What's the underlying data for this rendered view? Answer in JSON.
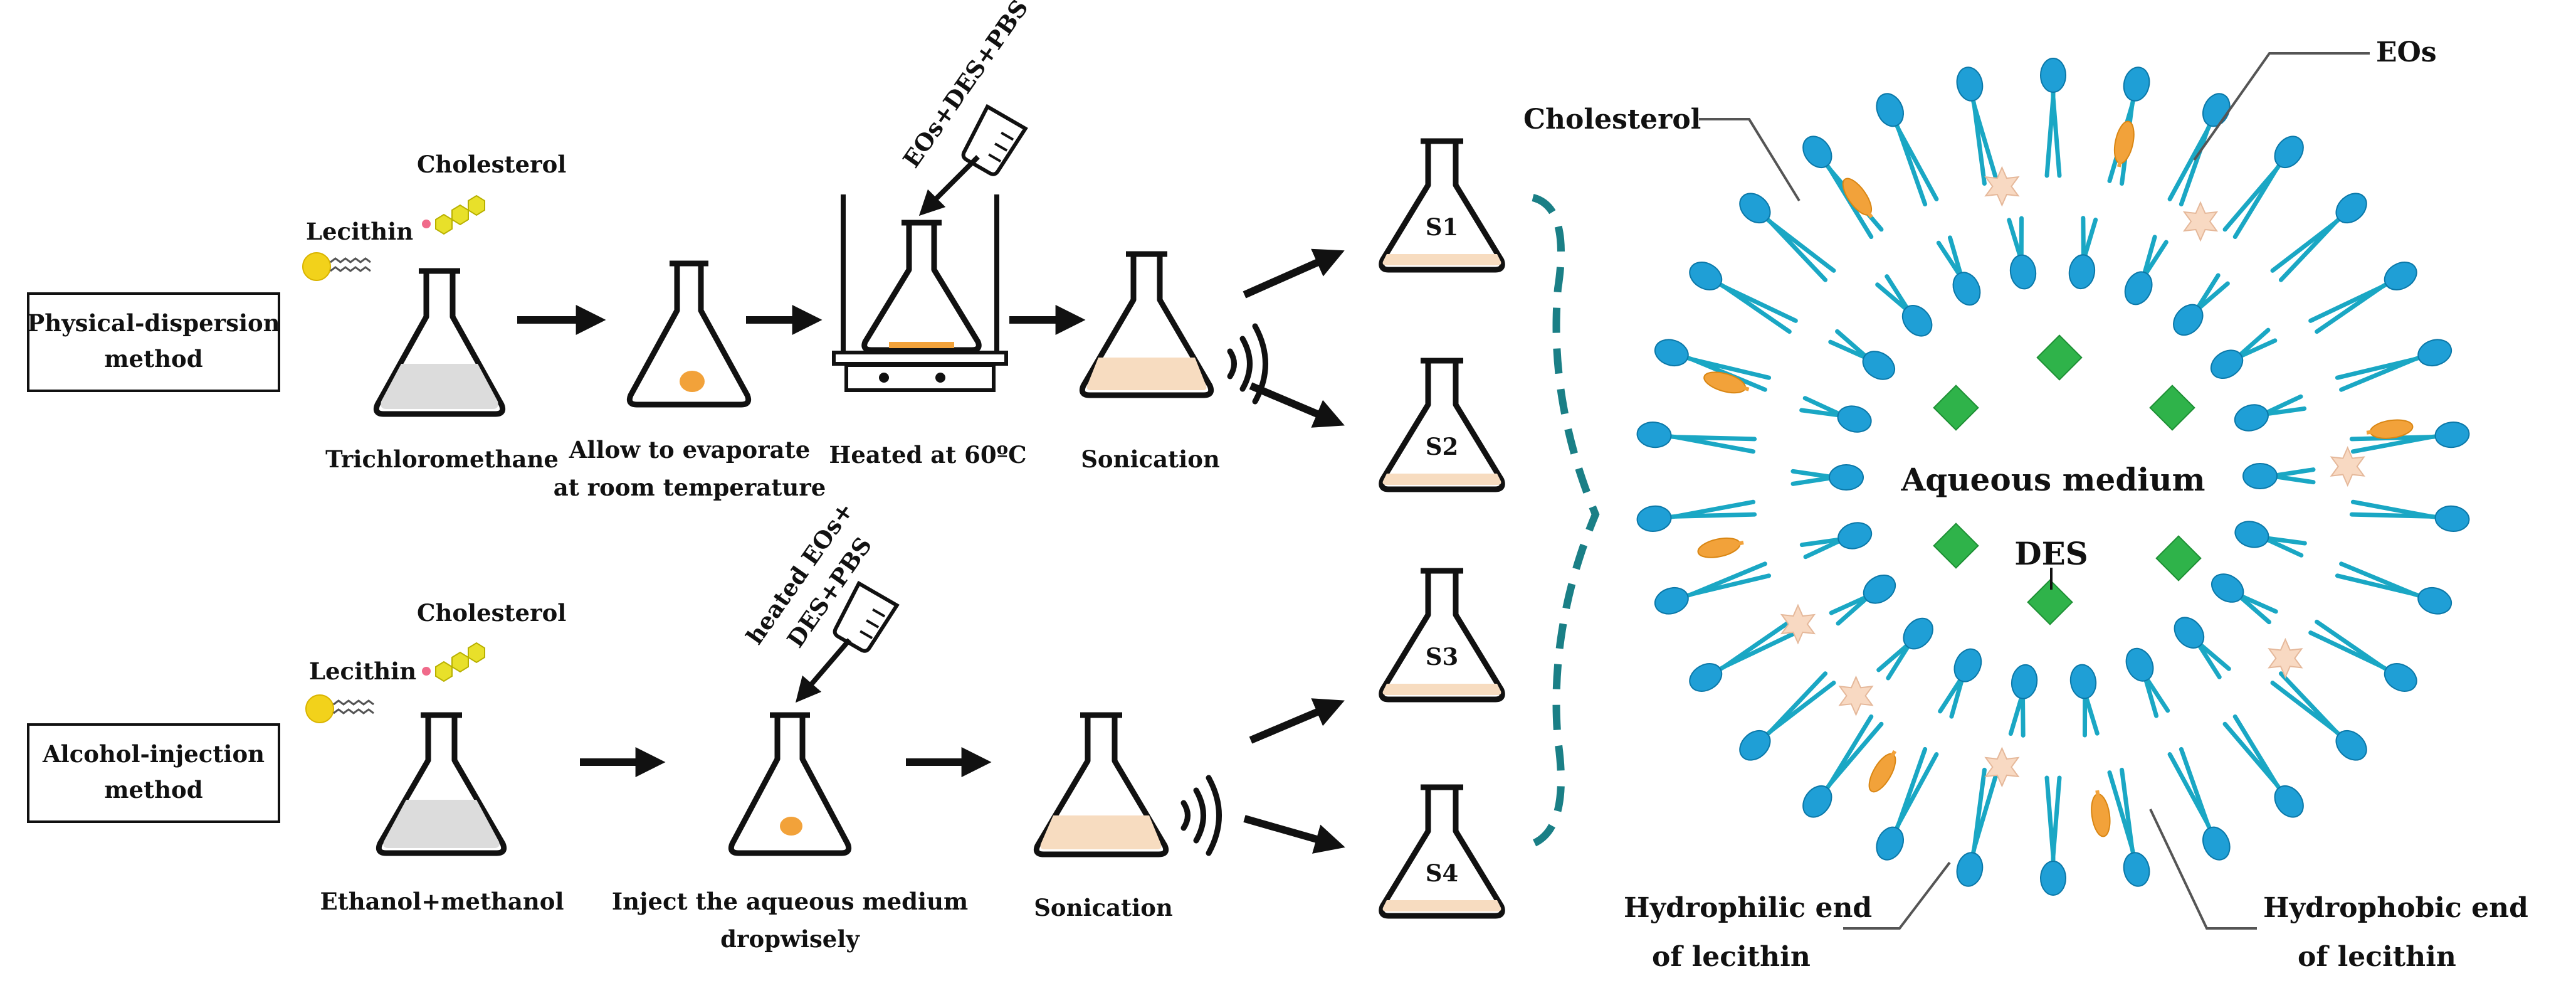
{
  "methods": {
    "physical": {
      "name_line1": "Physical-dispersion",
      "name_line2": "method",
      "lecithin": "Lecithin",
      "cholesterol": "Cholesterol",
      "reagent": "EOs+DES+PBS",
      "steps": {
        "s1": "Trichloromethane",
        "s2_line1": "Allow to evaporate",
        "s2_line2": "at room temperature",
        "s3": "Heated  at 60ºC",
        "s4": "Sonication"
      }
    },
    "alcohol": {
      "name_line1": "Alcohol-injection",
      "name_line2": "method",
      "lecithin": "Lecithin",
      "cholesterol": "Cholesterol",
      "reagent_line1": "heated EOs+",
      "reagent_line2": "DES+PBS",
      "steps": {
        "s1": "Ethanol+methanol",
        "s2_line1": "Inject the aqueous medium",
        "s2_line2": "dropwisely",
        "s3": "Sonication"
      }
    }
  },
  "samples": [
    "S1",
    "S2",
    "S3",
    "S4"
  ],
  "liposome": {
    "cholesterol": "Cholesterol",
    "eos": "EOs",
    "aqueous": "Aqueous medium",
    "des": "DES",
    "hydrophilic_line1": "Hydrophilic end",
    "hydrophilic_line2": "of  lecithin",
    "hydrophobic_line1": "Hydrophobic end",
    "hydrophobic_line2": "of  lecithin"
  },
  "colors": {
    "lecithin_head": "#1f9fd6",
    "lecithin_tail": "#1aa7c4",
    "cholesterol": "#f2a23a",
    "eos": "#f8d9c2",
    "des": "#2fb34a",
    "lecithin_icon": "#f2d21b",
    "cholesterol_icon": "#e8e02a",
    "solution": "#f7dcc0",
    "solvent": "#dcdcdc"
  }
}
